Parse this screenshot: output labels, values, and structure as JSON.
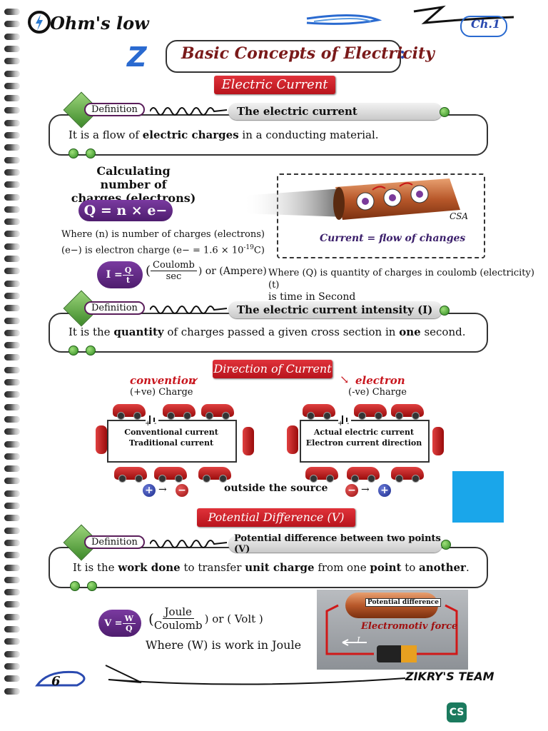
{
  "header": {
    "logo_title": "Ohm's low",
    "chapter": "Ch.1",
    "section_title": "Basic Concepts of Electricity",
    "section_colon": ":"
  },
  "banners": {
    "electric_current": "Electric Current",
    "direction_of_current": "Direction of Current",
    "potential_difference": "Potential Difference (V)"
  },
  "definitions": [
    {
      "badge": "Definition",
      "term": "The electric current",
      "body_pre": "It is a flow of ",
      "body_bold": "electric charges",
      "body_post": " in a conducting material."
    },
    {
      "badge": "Definition",
      "term": "The electric current intensity (I)",
      "body_pre": "It is the ",
      "body_bold": "quantity",
      "body_mid": " of charges passed a given cross section in ",
      "body_bold2": "one",
      "body_post": " second."
    },
    {
      "badge": "Definition",
      "term": "Potential difference between two points (V)",
      "body_pre": "It is the ",
      "body_bold": "work done",
      "body_mid": " to transfer ",
      "body_bold2": "unit charge",
      "body_mid2": " from one ",
      "body_bold3": "point",
      "body_mid3": " to ",
      "body_bold4": "another",
      "body_post": "."
    }
  ],
  "charges_section": {
    "heading_line1": "Calculating number of",
    "heading_line2": "charges (electrons)",
    "formula": "Q = n × e−",
    "where_line1": "Where  (n) is number of charges (electrons)",
    "where_line2_pre": "(e−) is electron charge (e− = 1.6 × 10",
    "where_line2_sup": "-19",
    "where_line2_post": "C)"
  },
  "wire_figure": {
    "label_csa": "CSA",
    "caption": "Current = flow of changes"
  },
  "current_formula": {
    "lhs": "I =",
    "q": "Q",
    "t": "t",
    "unit_num": "Coulomb",
    "unit_den": "sec",
    "unit_alt": ") or (Ampere)",
    "where_line1": "Where (Q) is quantity of charges in coulomb (electricity) (t)",
    "where_line2": "is time in Second"
  },
  "direction": {
    "left_title": "convention",
    "left_sub": "(+ve) Charge",
    "right_title": "electron",
    "right_sub": "(-ve) Charge",
    "left_box_line1": "Conventional current",
    "left_box_line2": "Traditional current",
    "right_box_line1": "Actual electric current",
    "right_box_line2": "Electron current direction",
    "plus_sign": "+",
    "minus_sign": "-",
    "bottom_label": "outside the source",
    "charge_plus": "+",
    "charge_minus": "−",
    "arrow": "→"
  },
  "voltage_formula": {
    "lhs": "V =",
    "w": "W",
    "q": "Q",
    "unit_num": "Joule",
    "unit_den": "Coulomb",
    "unit_alt": ") or ( Volt )",
    "where": "Where (W) is work in Joule"
  },
  "emf_figure": {
    "label_pd": "Potential difference",
    "label_emf": "Electromotiv force",
    "label_i": "I"
  },
  "footer": {
    "page_number": "6",
    "team": "ZIKRY'S TEAM",
    "badge": "CS"
  },
  "colors": {
    "accent_red": "#c8161e",
    "accent_purple": "#5a1e7a",
    "accent_green": "#3e8a2a",
    "blue_square": "#1aa6ea",
    "cs_badge": "#1b7a5e"
  }
}
